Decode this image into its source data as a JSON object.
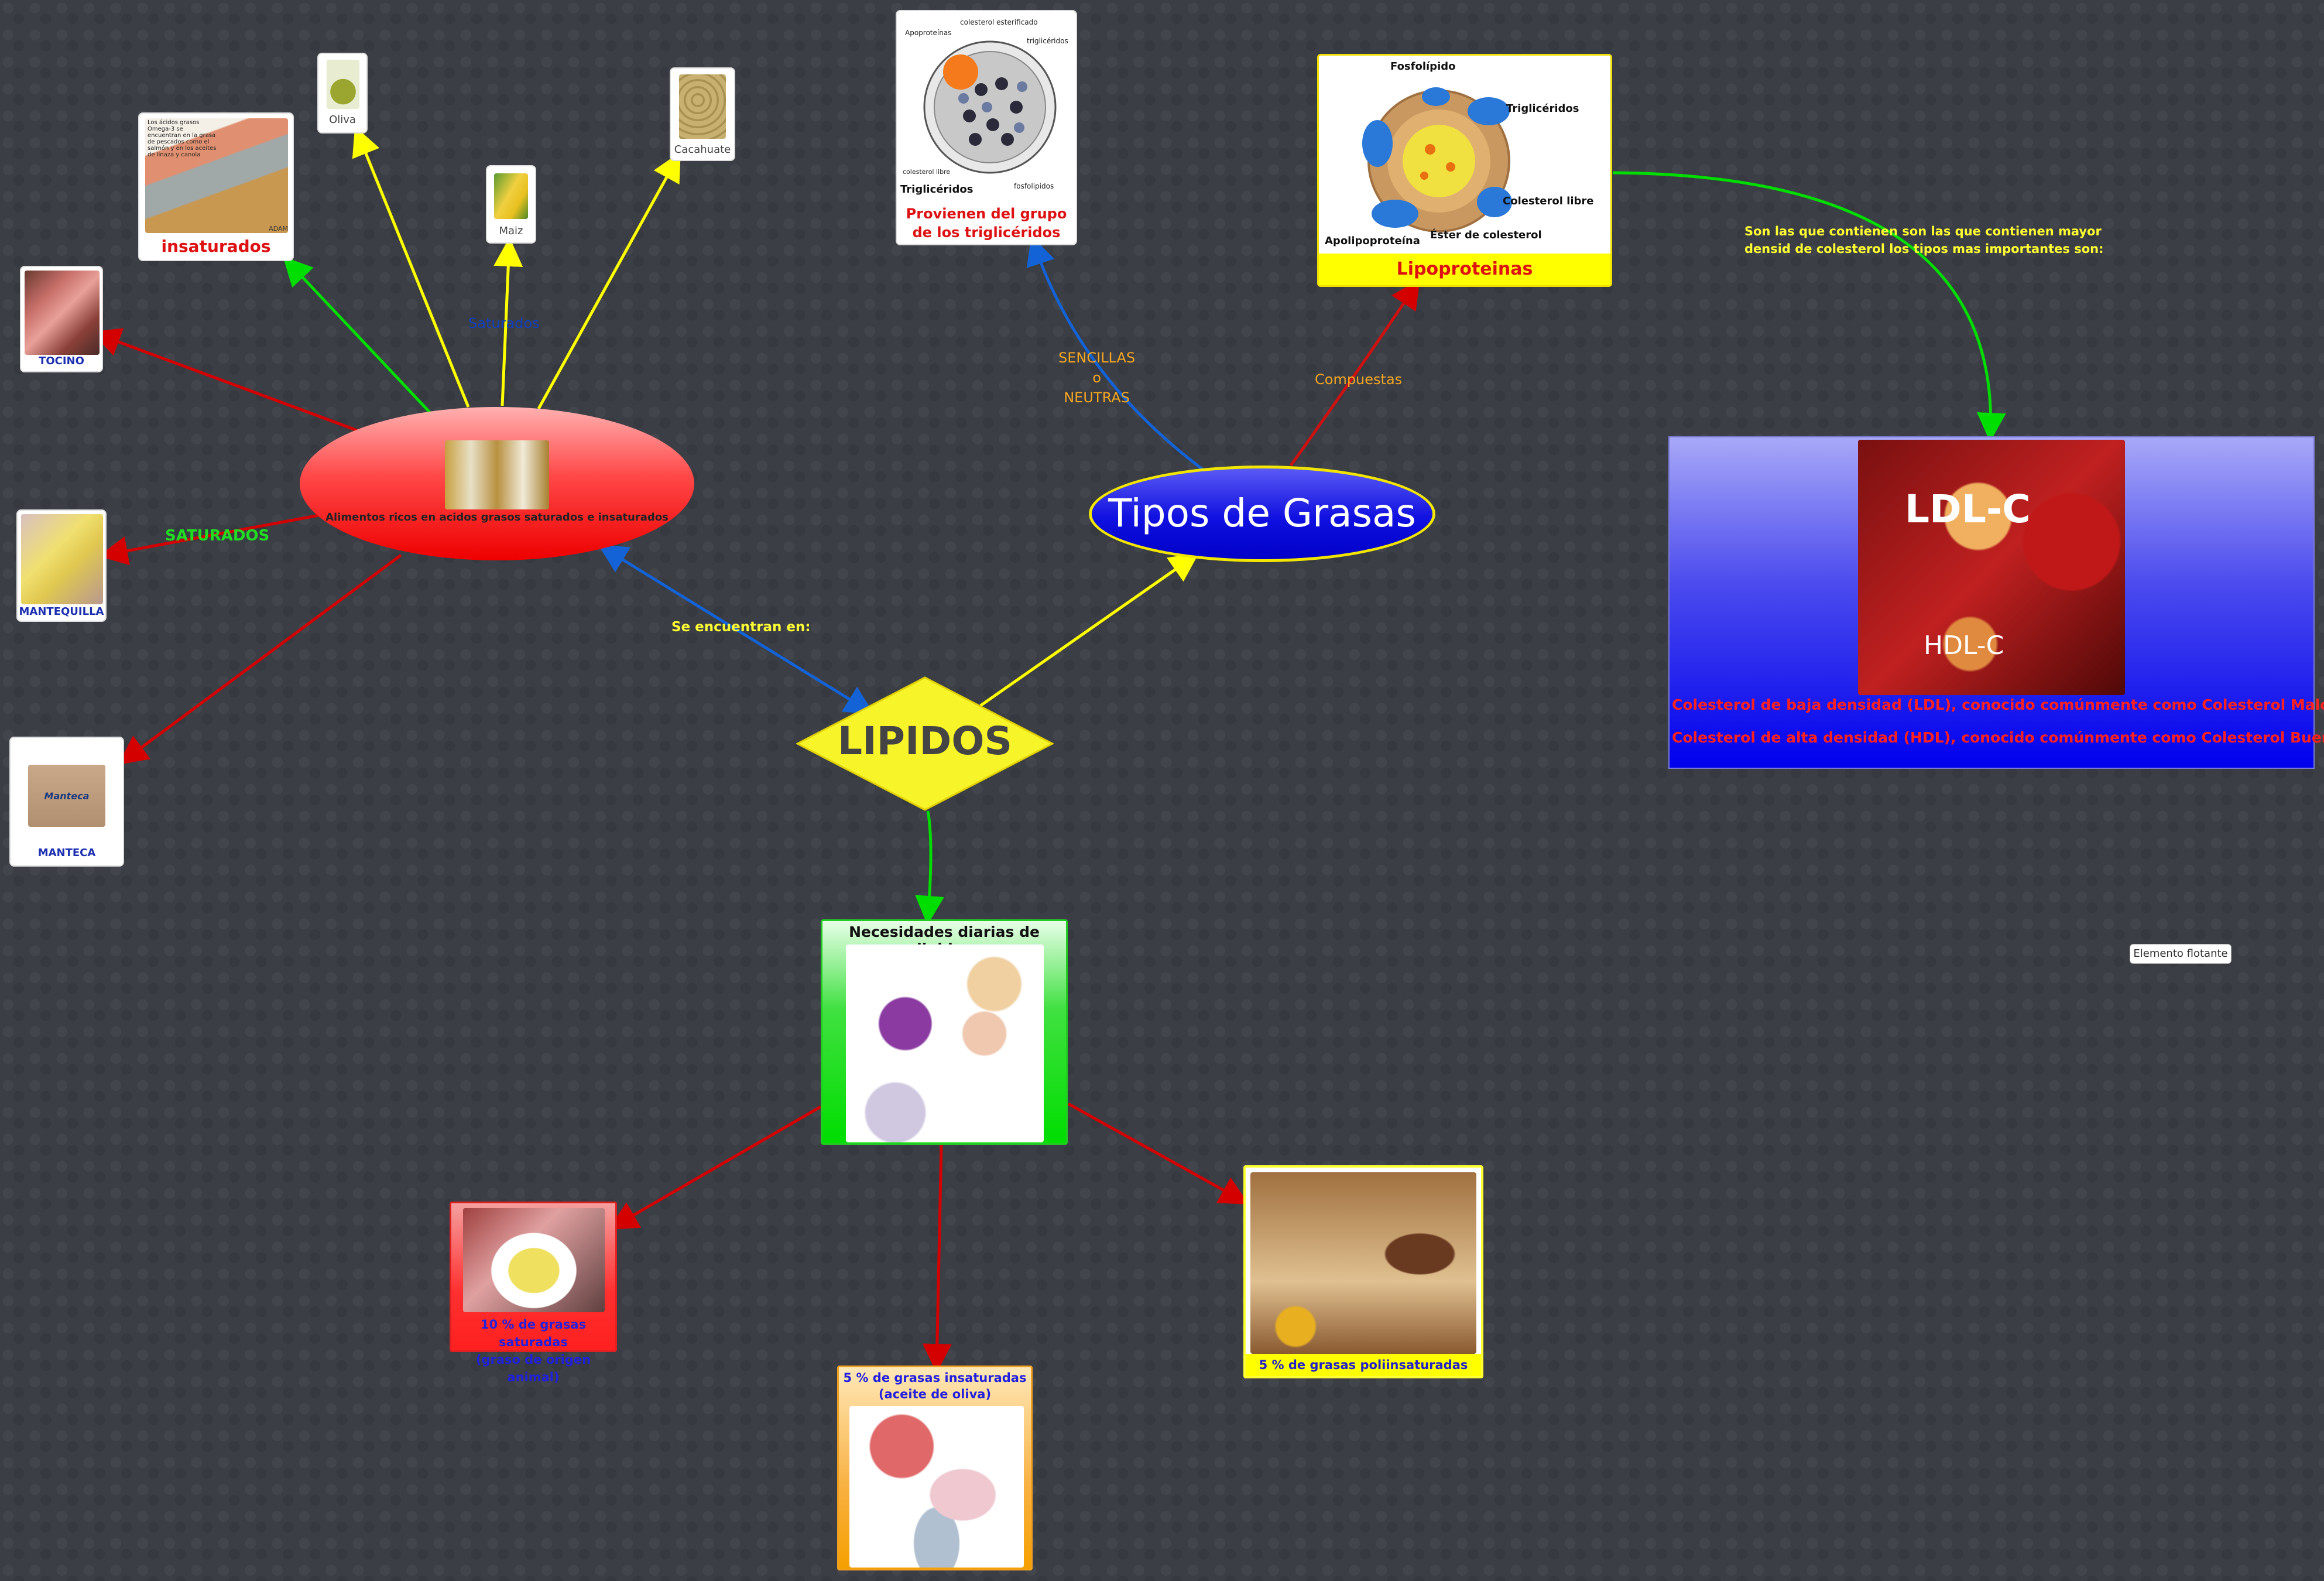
{
  "center": {
    "title": "LIPIDOS"
  },
  "tipos": {
    "title": "Tipos de Grasas"
  },
  "alimentos": {
    "label": "Alimentos ricos en acidos grasos saturados e insaturados"
  },
  "images": {
    "oliva": "Oliva",
    "maiz": "Maiz",
    "cacahuate": "Cacahuate",
    "insaturados": "insaturados",
    "insaturados_text": "Los ácidos grasos Omega-3 se encuentran en la grasa de pescados como el salmón y en los aceites de linaza y canola",
    "insaturados_credit": "ADAM",
    "tocino": "TOCINO",
    "mantequilla": "MANTEQUILLA",
    "manteca": "MANTECA",
    "manteca_box": "Manteca"
  },
  "edges": {
    "saturados_blue": "Saturados",
    "saturados_green": "SATURADOS",
    "se_encuentran": "Se encuentran en:",
    "sencillas": [
      "SENCILLAS",
      "o",
      "NEUTRAS"
    ],
    "compuestas": "Compuestas",
    "son_las": [
      "Son las que contienen son las que contienen mayor",
      "densid de colesterol los tipos mas importantes son:"
    ]
  },
  "trigliceridos": {
    "labels": {
      "apoproteinas": "Apoproteínas",
      "colesterol_esterificado": "colesterol esterificado",
      "trigliceridos_small": "triglicéridos",
      "colesterol_libre": "colesterol libre",
      "fosfolipidos": "fosfolipidos",
      "trigliceridos": "Triglicéridos"
    },
    "caption": [
      "Provienen del grupo",
      "de los triglicéridos"
    ]
  },
  "lipoproteinas": {
    "labels": {
      "fosfolipido": "Fosfolípido",
      "trigliceridos": "Triglicéridos",
      "colesterol_libre": "Colesterol libre",
      "ester": "Éster de colesterol",
      "apolipoproteina": "Apolipoproteína"
    },
    "caption": "Lipoproteinas"
  },
  "colesterol": {
    "ldl": "LDL-C",
    "hdl": "HDL-C",
    "line1": "Colesterol de baja densidad (LDL), conocido comúnmente como Colesterol Malo",
    "line2": "Colesterol de alta densidad (HDL), conocido comúnmente como Colesterol Bueno"
  },
  "necesidades": {
    "title": "Necesidades diarias de lipidos"
  },
  "porciones": {
    "saturadas": [
      "10 % de grasas saturadas",
      "(graso de origen animal)"
    ],
    "insaturadas": [
      "5 % de grasas insaturadas",
      "(aceite de oliva)"
    ],
    "poliinsaturadas": "5 % de grasas poliinsaturadas"
  },
  "floating": "Elemento flotante",
  "colors": {
    "red": "#d40000",
    "green": "#00dd00",
    "yellow": "#ffff00",
    "blue": "#1463d6",
    "darkred": "#cc1111",
    "orange": "#f5a623"
  }
}
